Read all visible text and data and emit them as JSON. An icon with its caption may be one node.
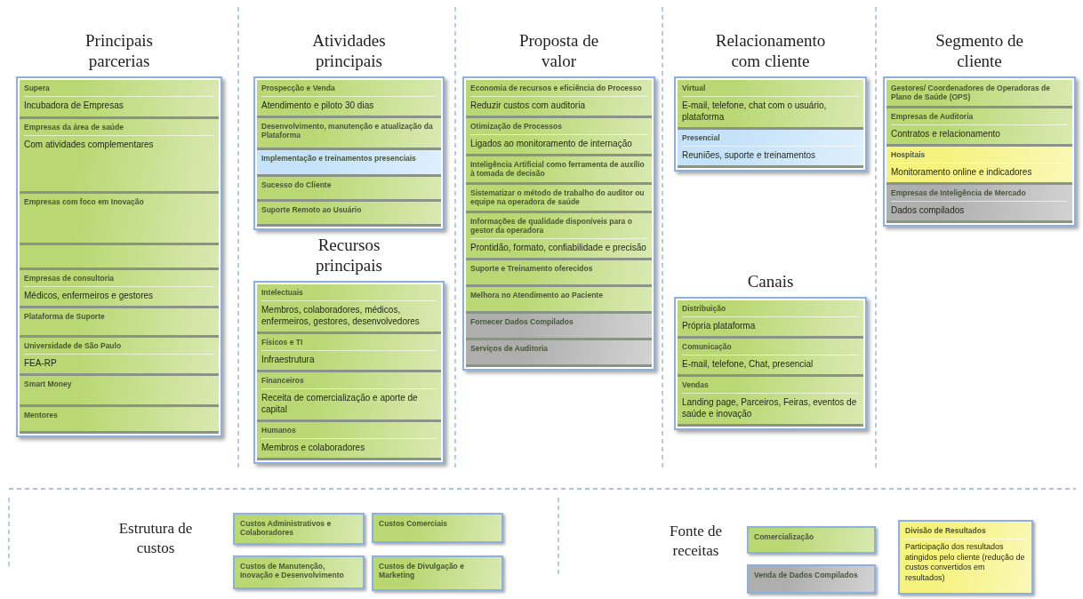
{
  "diagram": {
    "nodes": [
      {
        "text": [
          "Principais parcerias"
        ]
      },
      {
        "text": [
          "Supera",
          "Incubadora de Empresas"
        ],
        "in": 0
      },
      {
        "text": [
          "Empresas da área de saúde",
          "Com atividades complementares"
        ],
        "in": 0
      },
      {
        "text": [
          "Empresas com foco em Inovação"
        ],
        "in": 0
      },
      {
        "text": [],
        "shape": "box",
        "in": 0
      },
      {
        "text": [
          "Empresas de consultoria",
          "Médicos, enfermeiros e gestores"
        ],
        "in": 0
      },
      {
        "text": [
          "Plataforma de Suporte"
        ],
        "in": 0
      },
      {
        "text": [
          "Universidade de São Paulo",
          "FEA-RP"
        ],
        "in": 0
      },
      {
        "text": [
          "Smart Money"
        ],
        "in": 0
      },
      {
        "text": [
          "Mentores"
        ],
        "in": 0
      },
      {
        "text": [
          "Atividades principais"
        ]
      },
      {
        "text": [
          "Prospecção e Venda",
          "Atendimento e piloto 30 dias"
        ],
        "in": 10
      },
      {
        "text": [
          "Desenvolvimento, manutenção e atualização da Plataforma"
        ],
        "in": 10
      },
      {
        "text": [
          "Implementação e treinamentos presenciais"
        ],
        "in": 10
      },
      {
        "text": [
          "Sucesso do Cliente"
        ],
        "in": 10
      },
      {
        "text": [
          "Suporte Remoto ao Usuário"
        ],
        "in": 10
      },
      {
        "text": [
          "Recursos principais"
        ]
      },
      {
        "text": [
          "Intelectuais",
          "Membros, colaboradores, médicos, enfermeiros, gestores, desenvolvedores"
        ],
        "in": 16
      },
      {
        "text": [
          "Físicos e TI",
          "Infraestrutura"
        ],
        "in": 16
      },
      {
        "text": [
          "Financeiros",
          "Receita de comercialização e aporte de capital"
        ],
        "in": 16
      },
      {
        "text": [
          "Humanos",
          "Membros e colaboradores"
        ],
        "in": 16
      },
      {
        "text": [
          "Proposta de valor"
        ]
      },
      {
        "text": [
          "Economia de recursos e eficiência do Processo",
          "Reduzir custos com auditoria"
        ],
        "in": 21
      },
      {
        "text": [
          "Otimização de Processos",
          "Ligados ao monitoramento de internação"
        ],
        "in": 21
      },
      {
        "text": [
          "Inteligência Artificial como ferramenta de auxílio à tomada de decisão"
        ],
        "in": 21
      },
      {
        "text": [
          "Sistematizar o método de trabalho do auditor ou equipe na operadora de saúde"
        ],
        "in": 21
      },
      {
        "text": [
          "Informações de qualidade disponíveis para o gestor da operadora",
          "Prontidão, formato, confiabilidade e precisão"
        ],
        "in": 21
      },
      {
        "text": [
          "Suporte e Treinamento oferecidos"
        ],
        "in": 21
      },
      {
        "text": [
          "Melhora no Atendimento ao Paciente"
        ],
        "in": 21
      },
      {
        "text": [
          "Fornecer Dados Compilados"
        ],
        "in": 21
      },
      {
        "text": [
          "Serviços de Auditoria"
        ],
        "in": 21
      },
      {
        "text": [
          "Relacionamento com cliente"
        ]
      },
      {
        "text": [
          "Virtual",
          "E-mail, telefone, chat com o usuário, plataforma"
        ],
        "in": 31
      },
      {
        "text": [
          "Presencial",
          "Reuniões, suporte e treinamentos"
        ],
        "in": 31
      },
      {
        "text": [
          "Canais"
        ]
      },
      {
        "text": [
          "Distribuição",
          "Própria plataforma"
        ],
        "in": 34
      },
      {
        "text": [
          "Comunicação",
          "E-mail, telefone, Chat, presencial"
        ],
        "in": 34
      },
      {
        "text": [
          "Vendas",
          "Landing page, Parceiros, Feiras, eventos de saúde e inovação"
        ],
        "in": 34
      },
      {
        "text": [
          "Segmento de cliente"
        ]
      },
      {
        "text": [
          "Gestores/ Coordenadores de Operadoras de Plano de Saúde (OPS)"
        ],
        "in": 38
      },
      {
        "text": [
          "Empresas de Auditoria",
          "Contratos e relacionamento"
        ],
        "in": 38
      },
      {
        "text": [
          "Hospitais",
          "Monitoramento online e indicadores"
        ],
        "in": 38
      },
      {
        "text": [
          "Empresas de Inteligência de Mercado",
          "Dados compilados"
        ],
        "in": 38
      },
      {
        "text": [
          "Custos Administrativos e Colaboradores"
        ]
      },
      {
        "text": [
          "Custos Comerciais"
        ]
      },
      {
        "text": [
          "Custos de Manutenção, Inovação e Desenvolvimento"
        ]
      },
      {
        "text": [
          "Custos de Divulgação e Marketing"
        ]
      },
      {
        "text": [
          "Comercialização"
        ]
      },
      {
        "text": [
          "Venda de Dados Compilados"
        ]
      },
      {
        "text": [
          "Divisão de Resultados",
          "Participação dos resultados atingidos pelo cliente (redução de custos convertidos em resultados)"
        ]
      }
    ],
    "labels": [
      "Estrutura de custos",
      "Fonte de receitas"
    ]
  }
}
